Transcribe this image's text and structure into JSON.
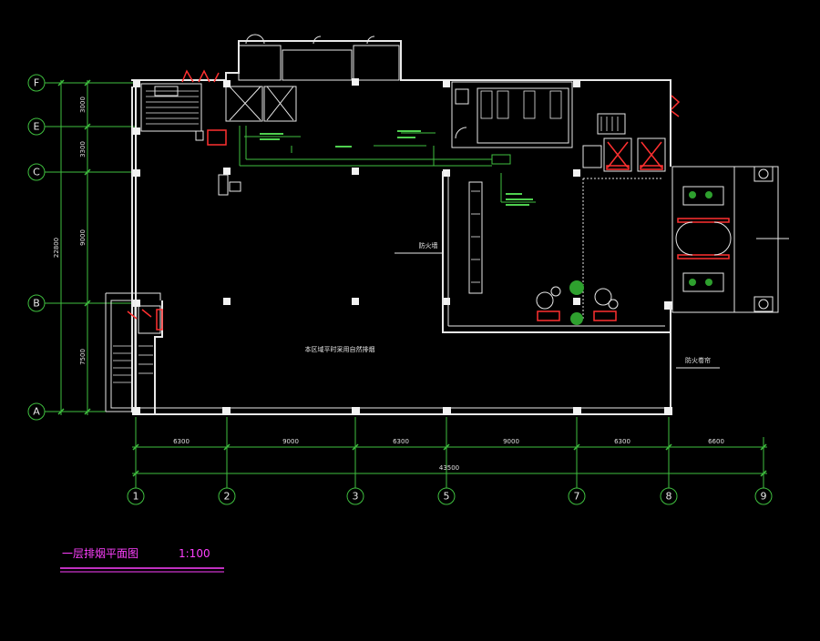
{
  "title": {
    "main": "一层排烟平面图",
    "scale": "1:100"
  },
  "grid_columns": [
    "1",
    "2",
    "3",
    "5",
    "7",
    "8",
    "9"
  ],
  "grid_rows": [
    "F",
    "E",
    "C",
    "B",
    "A"
  ],
  "col_dims": [
    "6300",
    "9000",
    "6300",
    "9000",
    "6300",
    "6600"
  ],
  "total_width": "43500",
  "row_dims": [
    "3000",
    "3300",
    "9000",
    "7500"
  ],
  "total_height": "22800",
  "annotations": {
    "fire_wall": "防火墙",
    "fire_curtain": "防火卷帘",
    "central_note": "本区域平时采用自然排烟"
  },
  "colors": {
    "background": "#000000",
    "wall": "#e8e8e8",
    "duct": "#3fbf3f",
    "fire": "#ff3030",
    "title": "#ff40ff"
  }
}
